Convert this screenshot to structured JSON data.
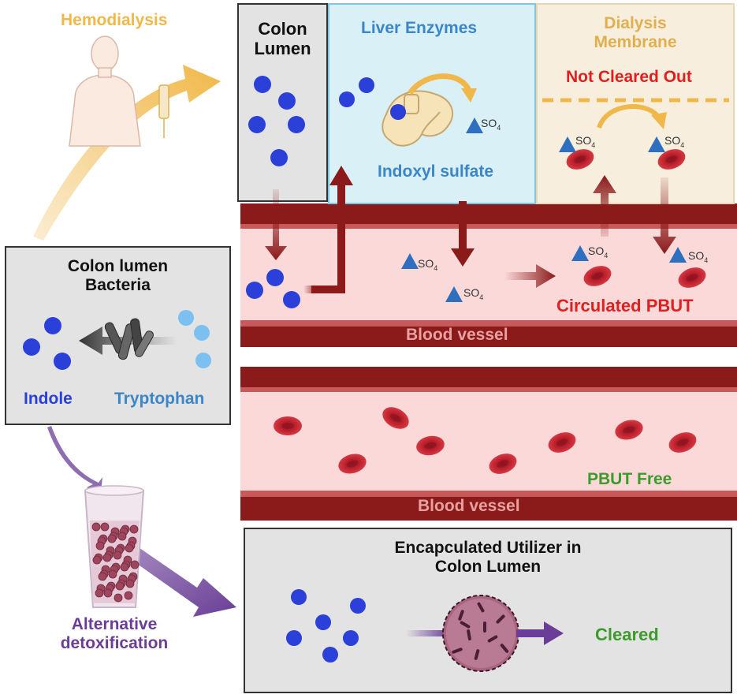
{
  "colors": {
    "hemodialysis": "#F0B84A",
    "liver": "#3A86C8",
    "indole_dot": "#2B3FD9",
    "tryptophan_dot": "#7CC0F2",
    "vessel_dark": "#8B1A1A",
    "vessel_light": "#FBD9D9",
    "rbc": "#C2242F",
    "alt_detox": "#6A3E96",
    "cleared": "#3E9A2C",
    "not_cleared": "#E02020",
    "dialysis_text": "#E0B050",
    "panel_gray": "#E3E3E3",
    "panel_blue": "#D9F0F7",
    "panel_beige": "#F8EEDD",
    "vessel_text": "#E8A0A0"
  },
  "labels": {
    "hemodialysis": "Hemodialysis",
    "colon_lumen": "Colon\nLumen",
    "liver_enzymes": "Liver Enzymes",
    "indoxyl_sulfate": "Indoxyl sulfate",
    "dialysis_membrane": "Dialysis\nMembrane",
    "not_cleared_out": "Not Cleared Out",
    "colon_lumen_bacteria": "Colon lumen\nBacteria",
    "indole": "Indole",
    "tryptophan": "Tryptophan",
    "circulated_pbut": "Circulated PBUT",
    "blood_vessel": "Blood vessel",
    "pbut_free": "PBUT Free",
    "encapsulated_utilizer": "Encapculated Utilizer in\nColon Lumen",
    "cleared": "Cleared",
    "alternative_detox": "Alternative\ndetoxification",
    "so4": "SO",
    "so4_sub": "4"
  },
  "icons": [
    "person-icon",
    "glass-icon",
    "liver-enzyme-icon",
    "bacteria-icon",
    "capsule-icon",
    "red-blood-cell-icon",
    "sulfate-triangle-icon",
    "molecule-dot-icon",
    "arrow-icon"
  ]
}
